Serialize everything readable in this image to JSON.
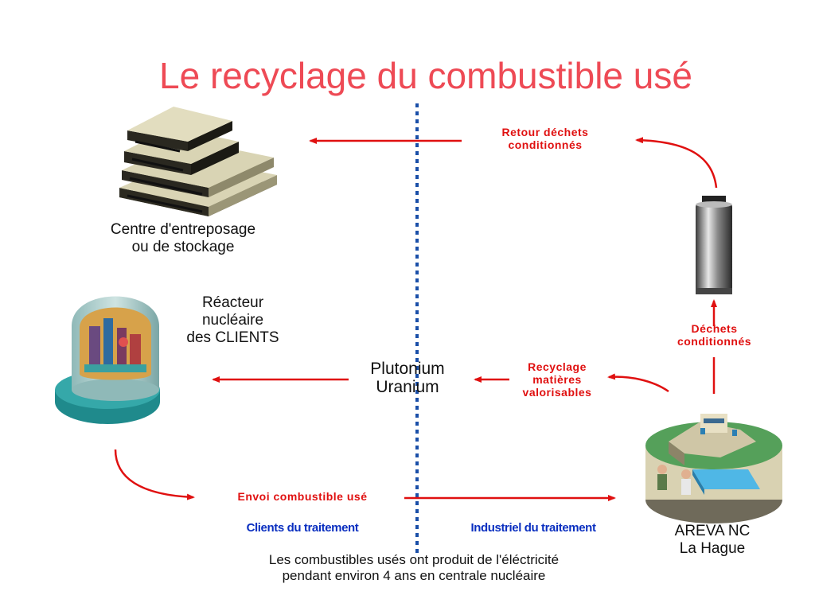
{
  "title": "Le recyclage du combustible usé",
  "labels": {
    "storage": "Centre d'entreposage\nou de stockage",
    "reactor": "Réacteur\nnucléaire\ndes CLIENTS",
    "plutonium_uranium": "Plutonium\nUranium",
    "areva": "AREVA NC\nLa Hague"
  },
  "arrows": {
    "return_waste": "Retour déchets\nconditionnés",
    "conditioned_waste": "Déchets\nconditionnés",
    "recycling": "Recyclage\nmatières\nvalorisables",
    "send_fuel": "Envoi combustible usé"
  },
  "zones": {
    "left": "Clients du traitement",
    "right": "Industriel du traitement"
  },
  "footer": "Les combustibles usés ont produit de l'éléctricité\npendant environ 4 ans en centrale nucléaire",
  "colors": {
    "title": "#ee4a55",
    "arrow": "#e01010",
    "divider": "#1a4fa8",
    "zone_text": "#0a2fc0"
  },
  "icons": [
    "storage-building-icon",
    "reactor-icon",
    "waste-canister-icon",
    "areva-plant-icon"
  ]
}
